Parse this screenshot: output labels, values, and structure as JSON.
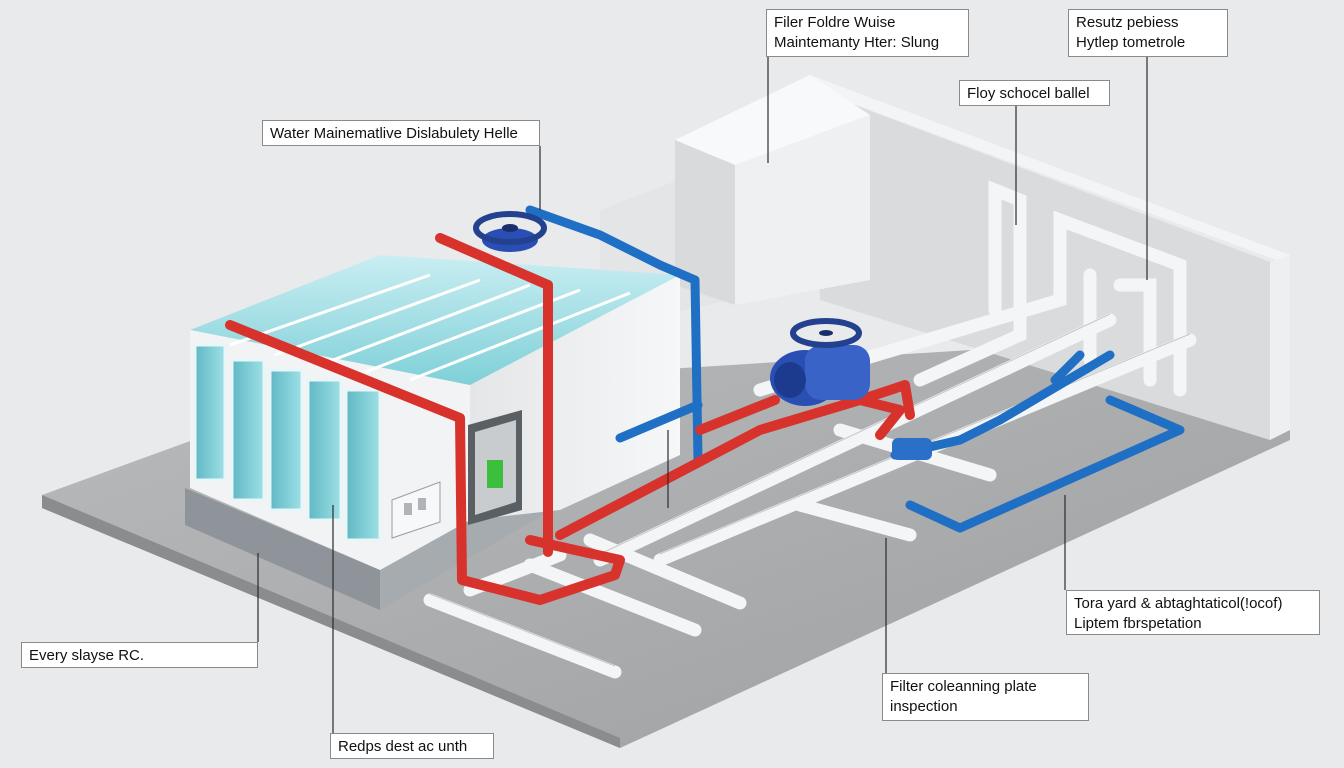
{
  "callouts": {
    "filter_folder": {
      "line1": "Filer Foldre Wuise",
      "line2": "Maintemanty Hter: Slung"
    },
    "result": {
      "line1": "Resutz pebiess",
      "line2": "Hytlep tometrole"
    },
    "float_ball": {
      "text": "Floy schocel ballel"
    },
    "water_maint": {
      "text": "Water Mainematlive Dislabulety Helle"
    },
    "tora_yard": {
      "line1": "Tora yard & abtaghtaticol(!ocof)",
      "line2": "Liptem fbrspetation"
    },
    "filter_cleaning": {
      "line1": "Filter coleanning plate",
      "line2": "inspection"
    },
    "every": {
      "text": "Every slayse RC."
    },
    "redps": {
      "text": "Redps dest ac unth"
    }
  },
  "colors": {
    "background": "#e9eaec",
    "floor": "#a9abad",
    "hot_pipe": "#d8322c",
    "cold_pipe": "#1f6fc4",
    "white_pipe": "#f4f5f6",
    "pump": "#2a4fb4",
    "louver": "#7fd0d8",
    "panel_led": "#3cbf3c"
  },
  "icons": [
    "pump-icon",
    "valve-handwheel-icon",
    "control-panel-icon",
    "electrical-box-icon"
  ]
}
